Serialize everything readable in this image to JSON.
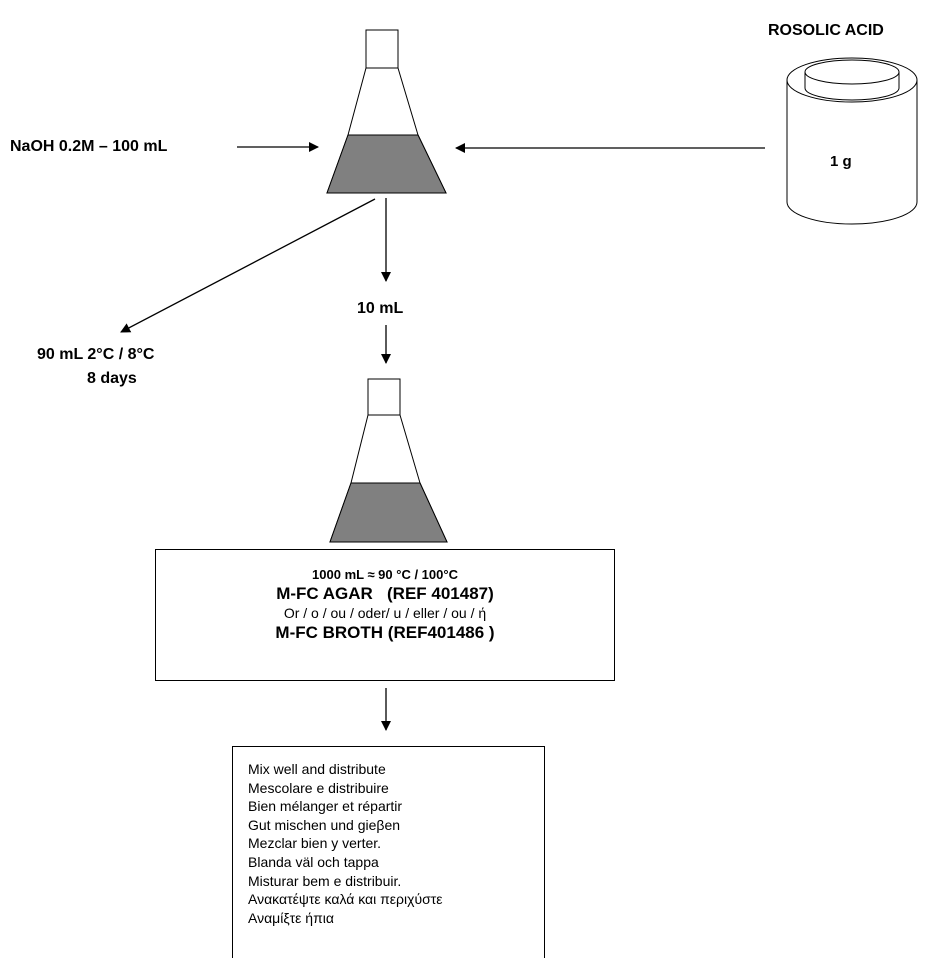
{
  "labels": {
    "rosolic_acid": "ROSOLIC ACID",
    "naoh": "NaOH 0.2M – 100 mL",
    "jar_amount": "1 g",
    "transfer_volume": "10 mL",
    "storage_volume": "90 mL  2°C / 8°C",
    "storage_duration": "8 days"
  },
  "medium_box": {
    "line1": "1000 mL ≈ 90 °C / 100°C",
    "line2": "M-FC AGAR   (REF 401487)",
    "line3": "Or / o / ou / oder/ u / eller / ou / ή",
    "line4": "M-FC BROTH (REF401486 )"
  },
  "instructions": [
    "Mix well and distribute",
    "Mescolare e distribuire",
    "Bien mélanger et répartir",
    "Gut mischen und gieβen",
    "Mezclar bien y verter.",
    "Blanda väl och tappa",
    "Misturar bem e distribuir.",
    "Ανακατέψτε καλά και περιχύστε",
    "Αναμίξτε ήπια"
  ]
}
